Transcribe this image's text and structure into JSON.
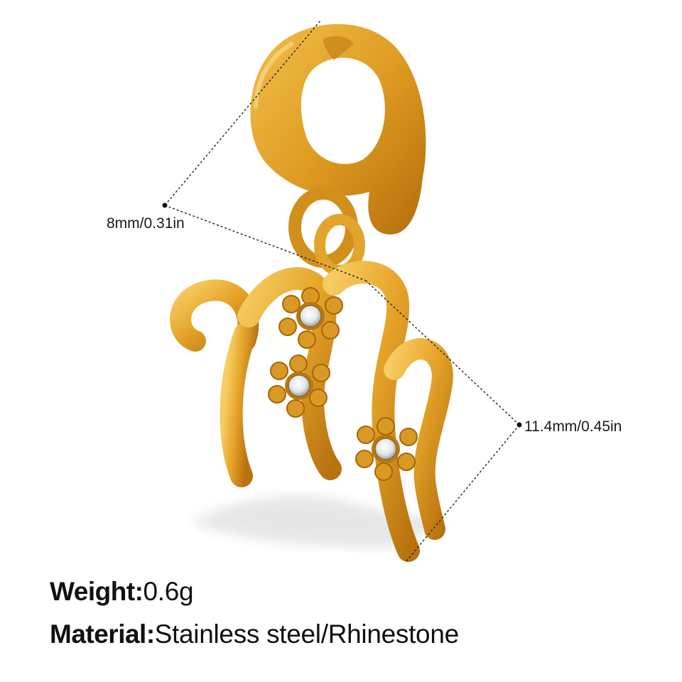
{
  "product": {
    "icon": "gold-virgo-zodiac-charm-pendant",
    "colors": {
      "gold_light": "#f6c453",
      "gold_mid": "#dd9a1c",
      "gold_dark": "#a8650a",
      "background": "#ffffff"
    }
  },
  "dimensions": {
    "width_label": "8mm/0.31in",
    "height_label": "11.4mm/0.45in"
  },
  "specs": {
    "weight_key": "Weight:",
    "weight_value": "0.6g",
    "material_key": "Material:",
    "material_value": "Stainless steel/Rhinestone"
  }
}
